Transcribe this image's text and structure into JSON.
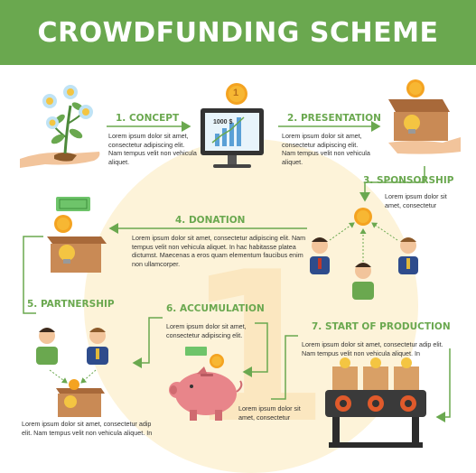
{
  "title": "CROWDFUNDING SCHEME",
  "colors": {
    "accent": "#6aa84f",
    "header_bg": "#6aa84f",
    "text": "#333333",
    "coin": "#f4a321",
    "box": "#c98a55"
  },
  "bg_numeral": "1",
  "monitor_label": "1000 $",
  "coin_symbol": "1",
  "steps": [
    {
      "title": "1. CONCEPT",
      "text": "Lorem ipsum dolor sit amet, consectetur adipiscing elit. Nam tempus velit non vehicula aliquet."
    },
    {
      "title": "2. PRESENTATION",
      "text": "Lorem ipsum dolor sit amet, consectetur adipiscing elit. Nam tempus velit non vehicula aliquet."
    },
    {
      "title": "3. SPONSORSHIP",
      "text": "Lorem ipsum dolor sit amet, consectetur"
    },
    {
      "title": "4. DONATION",
      "text": "Lorem ipsum dolor sit amet, consectetur adipiscing elit. Nam tempus velit non vehicula aliquet. In hac habitasse platea dictumst. Maecenas a eros quam elementum faucibus enim non ullamcorper."
    },
    {
      "title": "5. PARTNERSHIP",
      "text": "Lorem ipsum dolor sit amet, consectetur adip elit. Nam tempus velit non vehicula aliquet. In"
    },
    {
      "title": "6. ACCUMULATION",
      "text": "Lorem ipsum dolor sit amet, consectetur adipiscing elit."
    },
    {
      "title": "7. START OF PRODUCTION",
      "text": "Lorem ipsum dolor sit amet, consectetur adip elit. Nam tempus velit non vehicula aliquet. In"
    }
  ],
  "piggy_text": "Lorem ipsum dolor sit amet, consectetur"
}
